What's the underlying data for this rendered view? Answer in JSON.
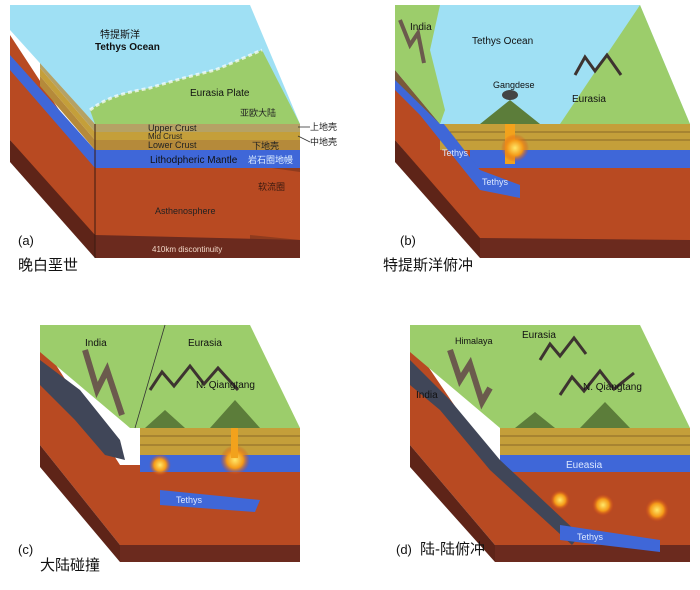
{
  "colors": {
    "ocean": "#9fe0f4",
    "land": "#9ccd6b",
    "upper_crust": "#b5a265",
    "mid_crust": "#c49f3a",
    "lower_crust": "#b58a3a",
    "mantle_lith": "#3f67d8",
    "asthenosphere": "#b84a22",
    "deep": "#6b2a1e",
    "side_dark": "#8f3b1e",
    "magma": "#f2a21c",
    "mountain": "#6b5a4d"
  },
  "panel_a": {
    "id": "(a)",
    "caption": "晚白垩世",
    "tethys_cn": "特提斯洋",
    "tethys_en": "Tethys Ocean",
    "plate_en": "Eurasia Plate",
    "plate_cn": "亚欧大陆",
    "layers": {
      "upper_en": "Upper Crust",
      "mid_en": "Mid Crust",
      "lower_en": "Lower Crust",
      "mantle_en": "Lithodpheric Mantle",
      "asthen_en": "Asthenosphere",
      "disc_en": "410km discontinuity",
      "upper_cn": "上地壳",
      "mid_cn": "中地壳",
      "lower_cn": "下地壳",
      "mantle_cn": "岩石圈地幔",
      "asthen_cn": "软流圈"
    }
  },
  "panel_b": {
    "id": "(b)",
    "caption": "特提斯洋俯冲",
    "india": "India",
    "ocean": "Tethys  Ocean",
    "volcano": "Gangdese",
    "eurasia": "Eurasia",
    "tethys_slab_1": "Tethys",
    "tethys_slab_2": "Tethys"
  },
  "panel_c": {
    "id": "(c)",
    "caption": "大陆碰撞",
    "india": "India",
    "eurasia": "Eurasia",
    "qiangtang": "N. Qiangtang",
    "tethys": "Tethys"
  },
  "panel_d": {
    "id": "(d)",
    "caption": "陆-陆俯冲",
    "india": "India",
    "himalaya": "Himalaya",
    "eurasia": "Eurasia",
    "qiangtang": "N. Qiangtang",
    "eueasia": "Eueasia",
    "tethys": "Tethys"
  }
}
